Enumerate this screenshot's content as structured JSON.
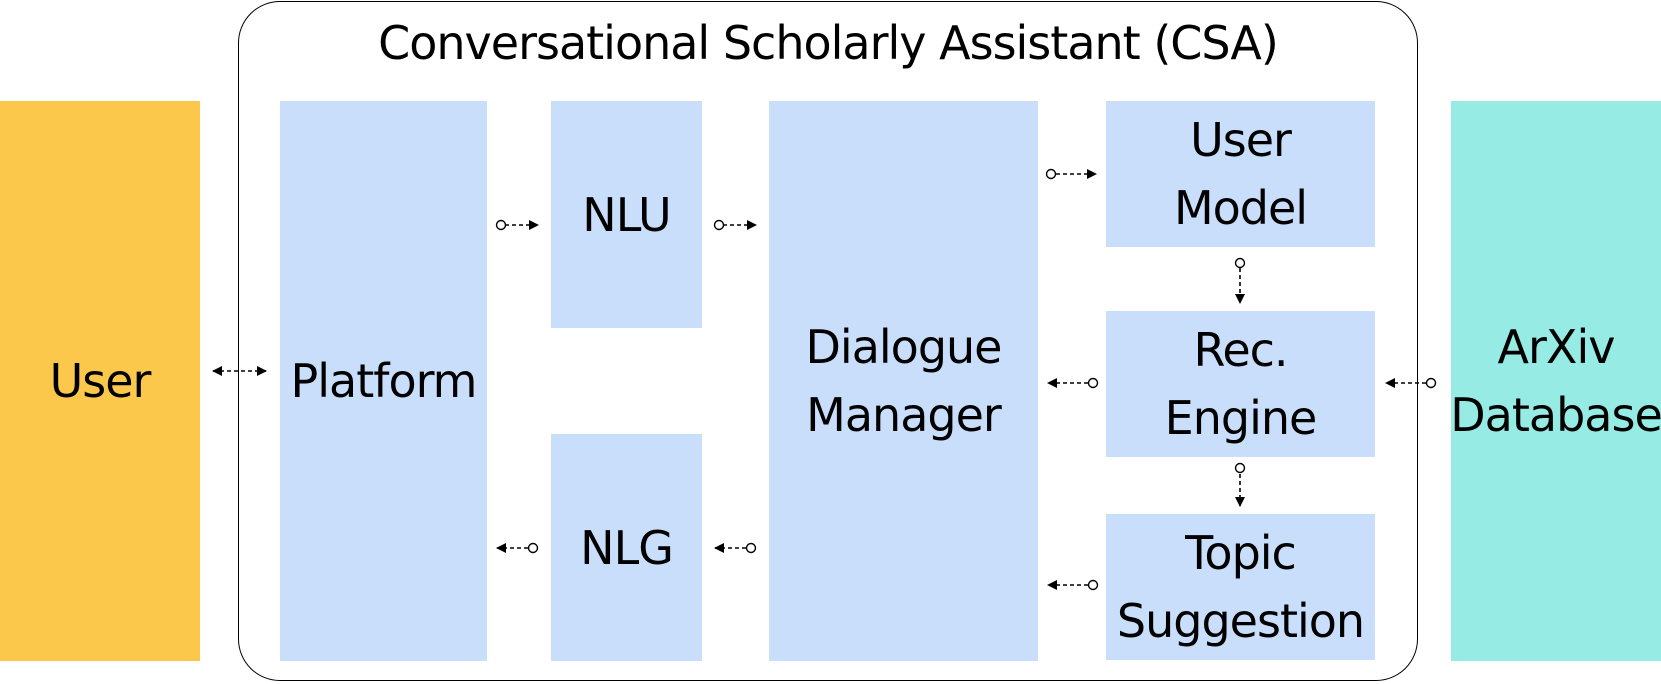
{
  "title": "Conversational Scholarly Assistant (CSA)",
  "nodes": {
    "user": "User",
    "platform": "Platform",
    "nlu": "NLU",
    "nlg": "NLG",
    "dialogue_manager": "Dialogue\nManager",
    "user_model": "User\nModel",
    "rec_engine": "Rec.\nEngine",
    "topic_suggestion": "Topic\nSuggestion",
    "arxiv_database": "ArXiv\nDatabase"
  },
  "colors": {
    "user": "#fbc84c",
    "component": "#c9defb",
    "database": "#96ece4",
    "line": "#000000"
  },
  "edges": [
    {
      "from": "user",
      "to": "platform",
      "style": "bidirectional-dashed"
    },
    {
      "from": "platform",
      "to": "nlu",
      "style": "dashed-circle-arrow"
    },
    {
      "from": "nlu",
      "to": "dialogue_manager",
      "style": "dashed-circle-arrow"
    },
    {
      "from": "dialogue_manager",
      "to": "nlg",
      "style": "dashed-circle-arrow"
    },
    {
      "from": "nlg",
      "to": "platform",
      "style": "dashed-circle-arrow"
    },
    {
      "from": "dialogue_manager",
      "to": "user_model",
      "style": "dashed-circle-arrow"
    },
    {
      "from": "user_model",
      "to": "rec_engine",
      "style": "dashed-circle-arrow"
    },
    {
      "from": "rec_engine",
      "to": "dialogue_manager",
      "style": "dashed-circle-arrow"
    },
    {
      "from": "rec_engine",
      "to": "topic_suggestion",
      "style": "dashed-circle-arrow"
    },
    {
      "from": "topic_suggestion",
      "to": "dialogue_manager",
      "style": "dashed-circle-arrow"
    },
    {
      "from": "arxiv_database",
      "to": "rec_engine",
      "style": "dashed-circle-arrow"
    }
  ]
}
